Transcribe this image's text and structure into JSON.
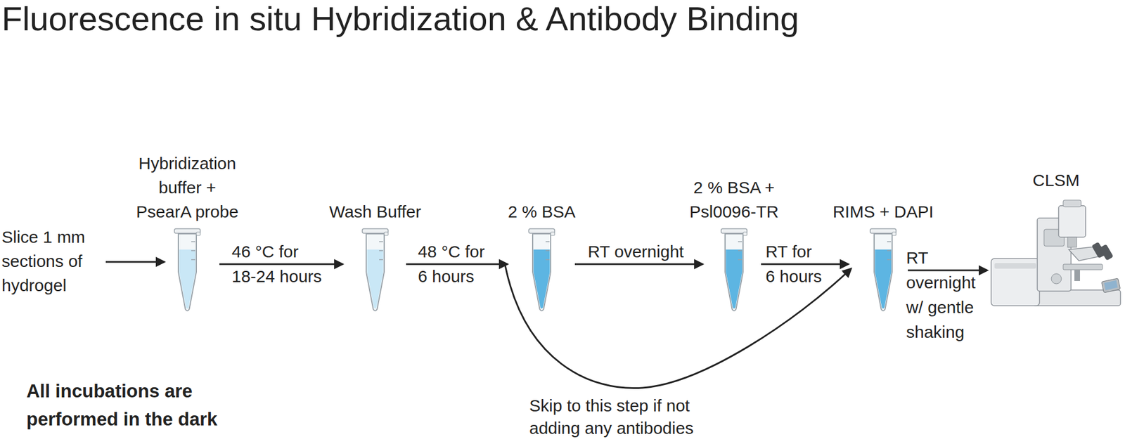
{
  "diagram": {
    "title": "Fluorescence in situ Hybridization & Antibody Binding",
    "nodes": [
      {
        "text": [
          "Slice 1 mm sections of hydrogel"
        ]
      },
      {
        "text": [
          "Hybridization buffer + PsearA probe"
        ]
      },
      {
        "text": [
          "Wash Buffer"
        ]
      },
      {
        "text": [
          "2 % BSA"
        ]
      },
      {
        "text": [
          "2 % BSA + Psl0096-TR"
        ]
      },
      {
        "text": [
          "RIMS + DAPI"
        ]
      },
      {
        "text": [
          "CLSM"
        ]
      }
    ],
    "edges": [
      {
        "from": 0,
        "to": 1,
        "arrow": "to"
      },
      {
        "from": 1,
        "to": 2,
        "label": "46 °C for 18-24 hours",
        "arrow": "to"
      },
      {
        "from": 2,
        "to": 3,
        "label": "48 °C for 6 hours",
        "arrow": "to"
      },
      {
        "from": 3,
        "to": 4,
        "label": "RT overnight",
        "arrow": "to"
      },
      {
        "from": 4,
        "to": 5,
        "label": "RT for 6 hours",
        "arrow": "to"
      },
      {
        "from": 5,
        "to": 6,
        "label": "RT overnight w/ gentle shaking",
        "arrow": "to"
      },
      {
        "from": 2,
        "to": 5,
        "label": "Skip to this step if not adding any antibodies",
        "arrow": "to"
      }
    ],
    "labels": [
      "All incubations are performed in the dark"
    ]
  }
}
